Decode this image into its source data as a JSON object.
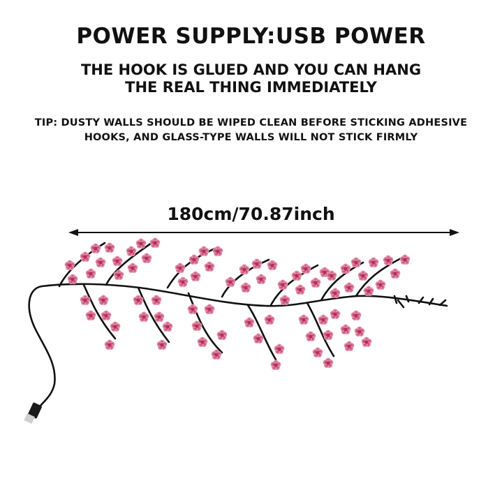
{
  "header": {
    "title": "POWER SUPPLY:USB POWER",
    "subtitle_line1": "THE HOOK IS GLUED AND YOU CAN HANG",
    "subtitle_line2": "THE REAL THING IMMEDIATELY",
    "tip_line1": "TIP: DUSTY WALLS SHOULD BE WIPED CLEAN BEFORE STICKING ADHESIVE",
    "tip_line2": "HOOKS, AND GLASS-TYPE WALLS WILL NOT STICK FIRMLY"
  },
  "dimension": {
    "label": "180cm/70.87inch"
  },
  "illustration": {
    "subject": "cherry-blossom-branch-light",
    "blossom_color": "#d9708f",
    "blossom_center_color": "#b83a66",
    "branch_color": "#111111",
    "plug": "usb-plug"
  }
}
